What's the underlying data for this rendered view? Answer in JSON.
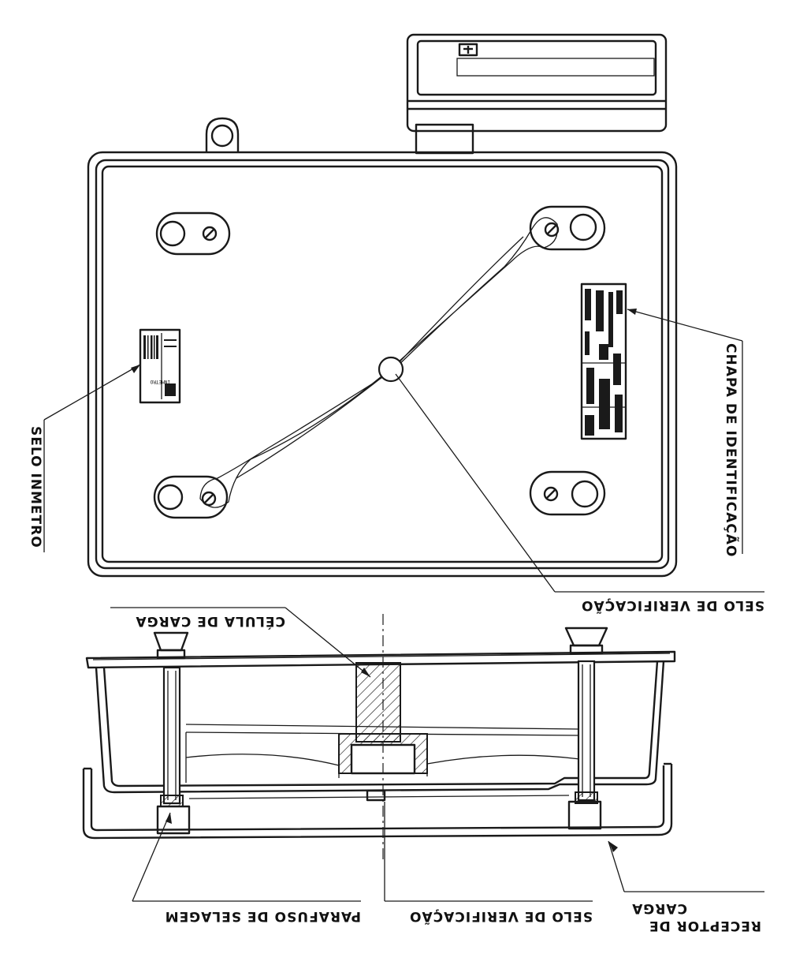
{
  "labels": {
    "selo_inmetro": "SELO INMETRO",
    "chapa_identificacao": "CHAPA DE IDENTIFICAÇÃO",
    "selo_verificacao_top": "SELO DE VERIFICAÇÃO",
    "celula_carga": "CÉLULA DE CARGA",
    "parafuso_selagem": "PARAFUSO DE SELAGEM",
    "selo_verificacao_bottom": "SELO DE VERIFICAÇÃO",
    "receptor_carga_line1": "RECEPTOR DE",
    "receptor_carga_line2": "CARGA"
  },
  "inmetro_label": {
    "brand": "INMETRO"
  }
}
